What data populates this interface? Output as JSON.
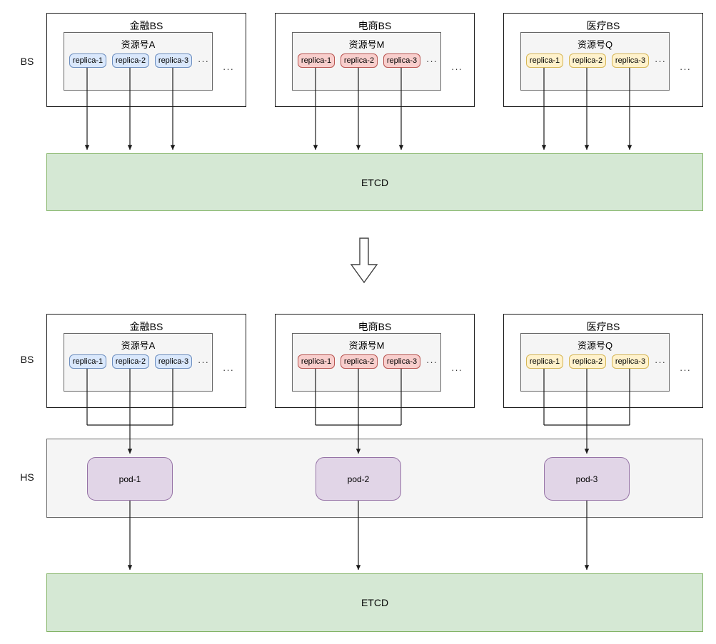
{
  "labels": {
    "bs_top": "BS",
    "bs_bottom": "BS",
    "hs": "HS"
  },
  "groups": [
    {
      "title": "金融BS",
      "resource": "资源号A",
      "replicas": [
        "replica-1",
        "replica-2",
        "replica-3"
      ],
      "ellipsis": "···",
      "chip_fill": "#dae8fc",
      "chip_border": "#6c8ebf"
    },
    {
      "title": "电商BS",
      "resource": "资源号M",
      "replicas": [
        "replica-1",
        "replica-2",
        "replica-3"
      ],
      "ellipsis": "···",
      "chip_fill": "#f8cecc",
      "chip_border": "#b85450"
    },
    {
      "title": "医疗BS",
      "resource": "资源号Q",
      "replicas": [
        "replica-1",
        "replica-2",
        "replica-3"
      ],
      "ellipsis": "···",
      "chip_fill": "#fff2cc",
      "chip_border": "#d6b656"
    }
  ],
  "etcd": {
    "label": "ETCD",
    "fill": "#d5e8d4",
    "border": "#82b366"
  },
  "pods": [
    {
      "label": "pod-1"
    },
    {
      "label": "pod-2"
    },
    {
      "label": "pod-3"
    }
  ],
  "pod_style": {
    "fill": "#e1d5e7",
    "border": "#9673a6"
  }
}
